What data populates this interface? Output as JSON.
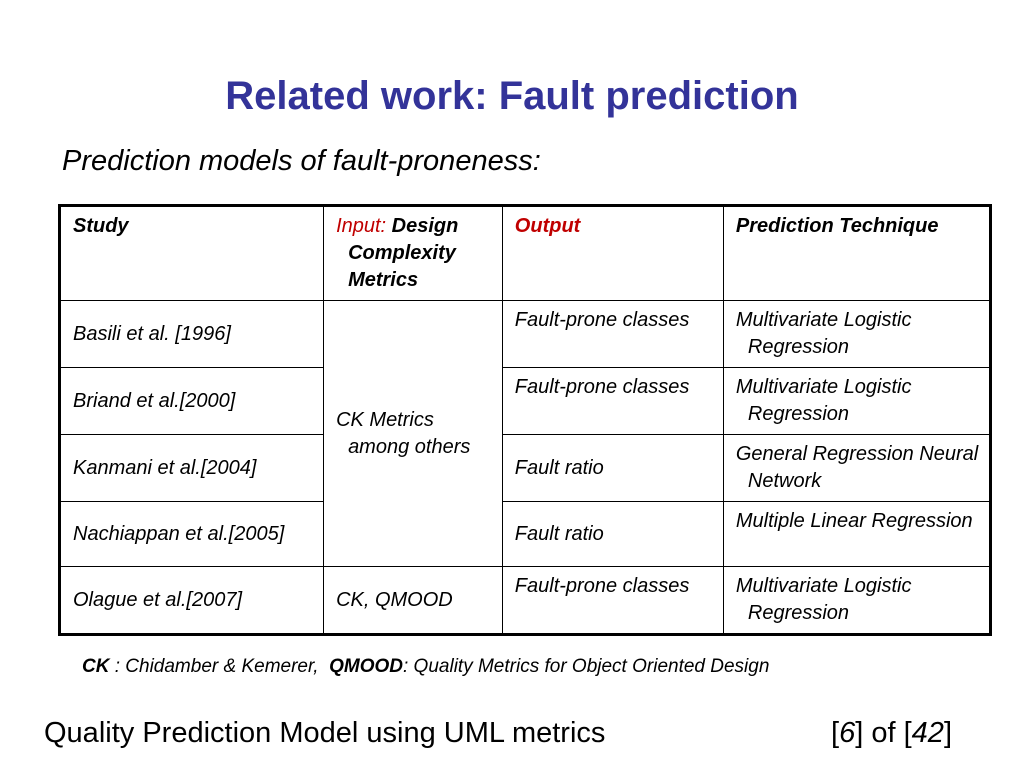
{
  "title": "Related work: Fault prediction",
  "subtitle": "Prediction models of fault-proneness:",
  "table": {
    "headers": {
      "study": "Study",
      "input_prefix": "Input:",
      "input_rest": "Design Complexity Metrics",
      "output": "Output",
      "technique": "Prediction Technique"
    },
    "rows": [
      {
        "study": "Basili et al. [1996]",
        "output": "Fault-prone classes",
        "technique": "Multivariate Logistic Regression"
      },
      {
        "study": "Briand et al.[2000]",
        "output": "Fault-prone classes",
        "technique": "Multivariate Logistic Regression"
      },
      {
        "study": "Kanmani et al.[2004]",
        "output": "Fault ratio",
        "technique": "General Regression Neural Network"
      },
      {
        "study": "Nachiappan et al.[2005]",
        "output": "Fault ratio",
        "technique": "Multiple Linear Regression"
      },
      {
        "study": "Olague et al.[2007]",
        "output": "Fault-prone classes",
        "technique": "Multivariate Logistic Regression"
      }
    ],
    "merged_input": "CK Metrics among others",
    "last_input": "CK, QMOOD"
  },
  "legend": {
    "ck_abbr": "CK",
    "ck_def": " : Chidamber & Kemerer,",
    "qmood_abbr": "QMOOD",
    "qmood_def": ": Quality Metrics for Object Oriented Design"
  },
  "footer": {
    "text": "Quality Prediction Model using UML metrics",
    "page_open": "[",
    "page": "6",
    "page_mid": "] of [",
    "total": "42",
    "page_close": "]"
  },
  "colors": {
    "title": "#333399",
    "accent_red": "#c00000"
  }
}
